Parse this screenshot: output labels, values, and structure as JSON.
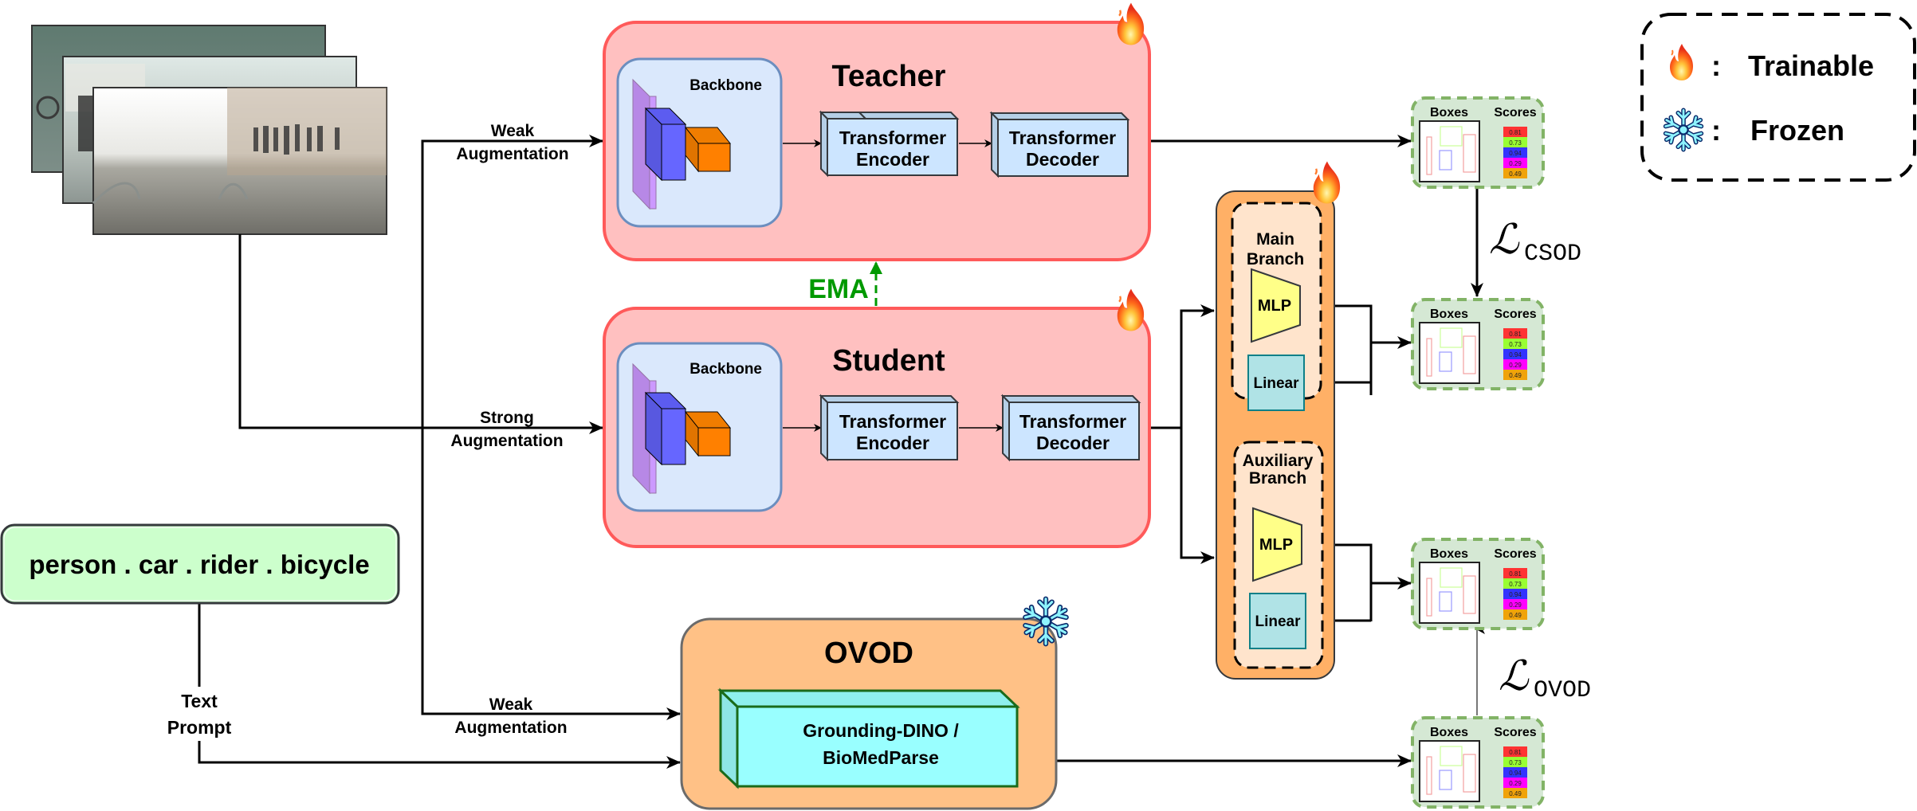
{
  "diagram": {
    "title": "Teacher-Student framework with OVOD guidance",
    "inputs": {
      "image_stack": "foggy street scene images (3 stacked frames)",
      "text_prompt_box": "person . car . rider . bicycle",
      "text_prompt_label_line1": "Text",
      "text_prompt_label_line2": "Prompt"
    },
    "edges": {
      "weak_aug_teacher_line1": "Weak",
      "weak_aug_teacher_line2": "Augmentation",
      "strong_aug_line1": "Strong",
      "strong_aug_line2": "Augmentation",
      "weak_aug_ovod_line1": "Weak",
      "weak_aug_ovod_line2": "Augmentation",
      "ema": "EMA"
    },
    "teacher": {
      "title": "Teacher",
      "backbone_label": "Backbone",
      "encoder_line1": "Transformer",
      "encoder_line2": "Encoder",
      "decoder_line1": "Transformer",
      "decoder_line2": "Decoder",
      "status_icon": "fire-icon"
    },
    "student": {
      "title": "Student",
      "backbone_label": "Backbone",
      "encoder_line1": "Transformer",
      "encoder_line2": "Encoder",
      "decoder_line1": "Transformer",
      "decoder_line2": "Decoder",
      "status_icon": "fire-icon"
    },
    "heads": {
      "status_icon": "fire-icon",
      "main_branch_line1": "Main",
      "main_branch_line2": "Branch",
      "aux_branch_line1": "Auxiliary",
      "aux_branch_line2": "Branch",
      "mlp_label": "MLP",
      "linear_label": "Linear"
    },
    "ovod": {
      "title": "OVOD",
      "model_line1": "Grounding-DINO /",
      "model_line2": "BioMedParse",
      "status_icon": "snowflake-icon"
    },
    "outputs": {
      "boxes_label": "Boxes",
      "scores_label": "Scores",
      "scores": [
        "0.81",
        "0.73",
        "0.94",
        "0.29",
        "0.49"
      ],
      "score_colors": [
        "#ff3333",
        "#99ff33",
        "#3333ff",
        "#ff00ff",
        "#f0a30a"
      ]
    },
    "losses": {
      "csod_symbol": "ℒ",
      "csod_subscript": "CSOD",
      "ovod_symbol": "ℒ",
      "ovod_subscript": "OVOD"
    },
    "legend": {
      "trainable_label": "Trainable",
      "frozen_label": "Frozen",
      "separator": ":"
    },
    "colors": {
      "model_fill": "#ffc0c0",
      "model_stroke": "#ff5a5a",
      "backbone_fill": "#dae8fc",
      "backbone_stroke": "#6c8ebf",
      "ovod_fill": "#ffc186",
      "heads_fill": "#ffb066",
      "branch_fill": "#ffe4cc",
      "output_fill": "#d5e8d4",
      "output_stroke": "#82b366",
      "prompt_fill": "#ccffcc",
      "ema_color": "#009900"
    }
  }
}
